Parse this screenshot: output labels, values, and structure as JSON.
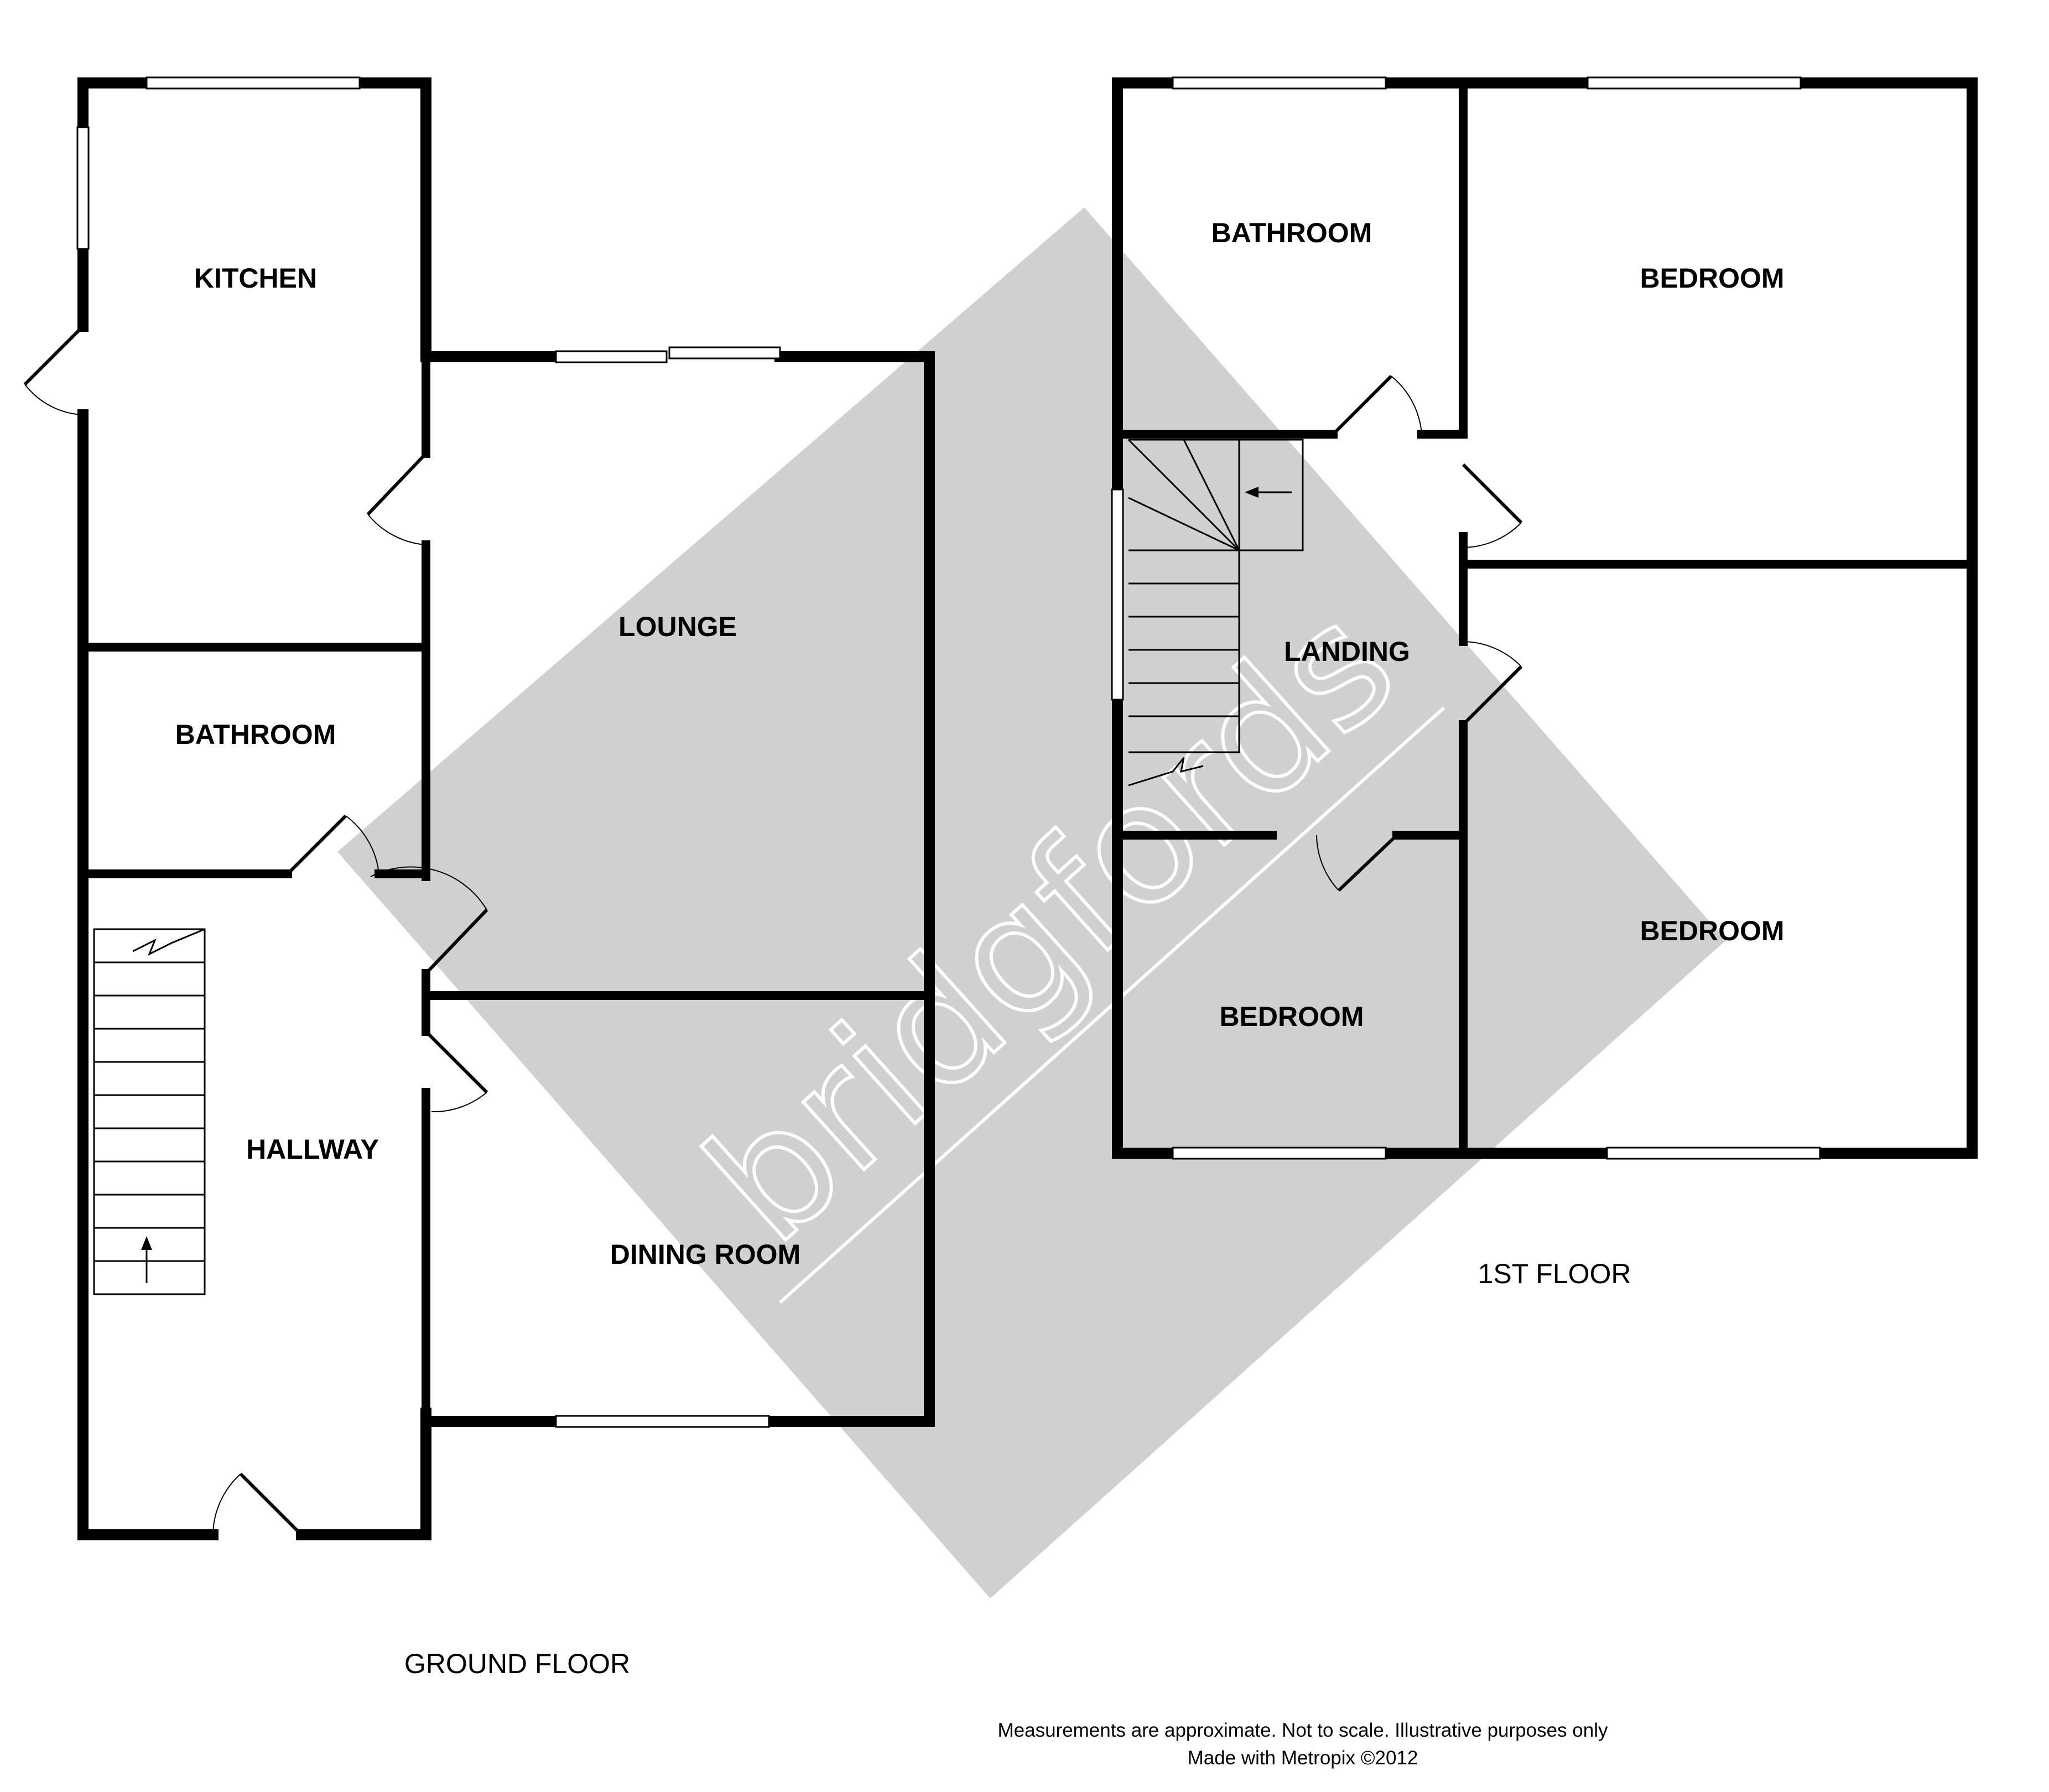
{
  "watermark": {
    "brand": "bridgfords",
    "color": "#d0d0d0"
  },
  "ground_floor": {
    "label": "GROUND FLOOR",
    "rooms": {
      "kitchen": "KITCHEN",
      "bathroom": "BATHROOM",
      "hallway": "HALLWAY",
      "lounge": "LOUNGE",
      "dining_room": "DINING ROOM"
    }
  },
  "first_floor": {
    "label": "1ST FLOOR",
    "rooms": {
      "bathroom": "BATHROOM",
      "bedroom_1": "BEDROOM",
      "landing": "LANDING",
      "bedroom_2": "BEDROOM",
      "bedroom_3": "BEDROOM"
    }
  },
  "footer": {
    "disclaimer": "Measurements are approximate.  Not to scale.  Illustrative purposes only",
    "credit": "Made with Metropix ©2012"
  },
  "colors": {
    "walls": "#000000",
    "background": "#ffffff",
    "watermark": "#d0d0d0"
  }
}
